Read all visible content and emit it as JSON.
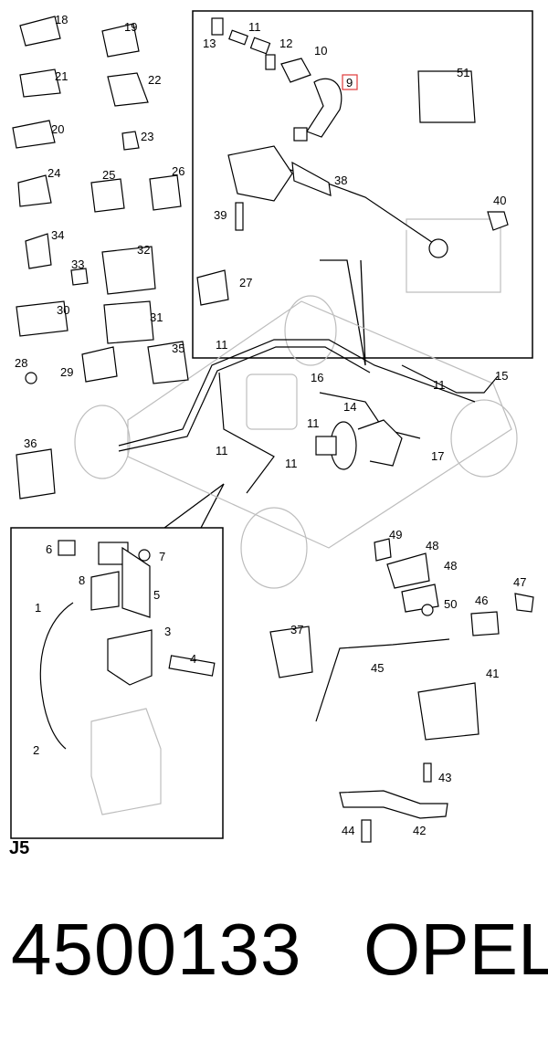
{
  "diagram": {
    "callouts": [
      "18",
      "19",
      "21",
      "22",
      "20",
      "23",
      "24",
      "25",
      "26",
      "34",
      "33",
      "32",
      "27",
      "30",
      "31",
      "28",
      "29",
      "35",
      "36",
      "13",
      "11",
      "12",
      "10",
      "9",
      "51",
      "38",
      "39",
      "40",
      "11",
      "11",
      "16",
      "14",
      "11",
      "15",
      "11",
      "17",
      "11",
      "6",
      "7",
      "8",
      "5",
      "1",
      "3",
      "4",
      "2",
      "49",
      "48",
      "48",
      "50",
      "47",
      "46",
      "37",
      "45",
      "41",
      "43",
      "44",
      "42"
    ],
    "highlighted_callout": "9",
    "section_code": "J5"
  },
  "footer": {
    "part_number": "4500133",
    "brand": "OPEL"
  },
  "colors": {
    "highlight": "#e03a3a",
    "line": "#000000",
    "ghost": "#bdbdbd"
  }
}
